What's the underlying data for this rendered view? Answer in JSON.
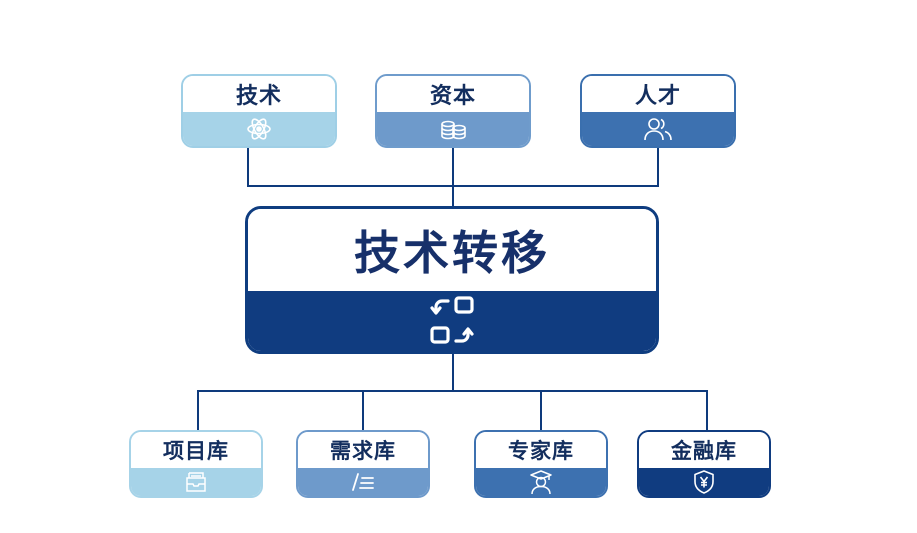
{
  "top_nodes": {
    "tech": {
      "label": "技术",
      "icon": "atom-icon"
    },
    "capital": {
      "label": "资本",
      "icon": "coins-icon"
    },
    "talent": {
      "label": "人才",
      "icon": "people-icon"
    }
  },
  "center_node": {
    "label": "技术转移",
    "icon": "transfer-icon"
  },
  "bottom_nodes": {
    "project": {
      "label": "项目库",
      "icon": "inbox-icon"
    },
    "demand": {
      "label": "需求库",
      "icon": "list-pen-icon"
    },
    "expert": {
      "label": "专家库",
      "icon": "graduate-icon"
    },
    "finance": {
      "label": "金融库",
      "icon": "yen-shield-icon"
    }
  },
  "colors": {
    "navy": "#103c80",
    "mid_blue": "#3d71b0",
    "steel_blue": "#6e9acb",
    "light_blue": "#a6d3e8",
    "connector": "#0e3a7c"
  }
}
